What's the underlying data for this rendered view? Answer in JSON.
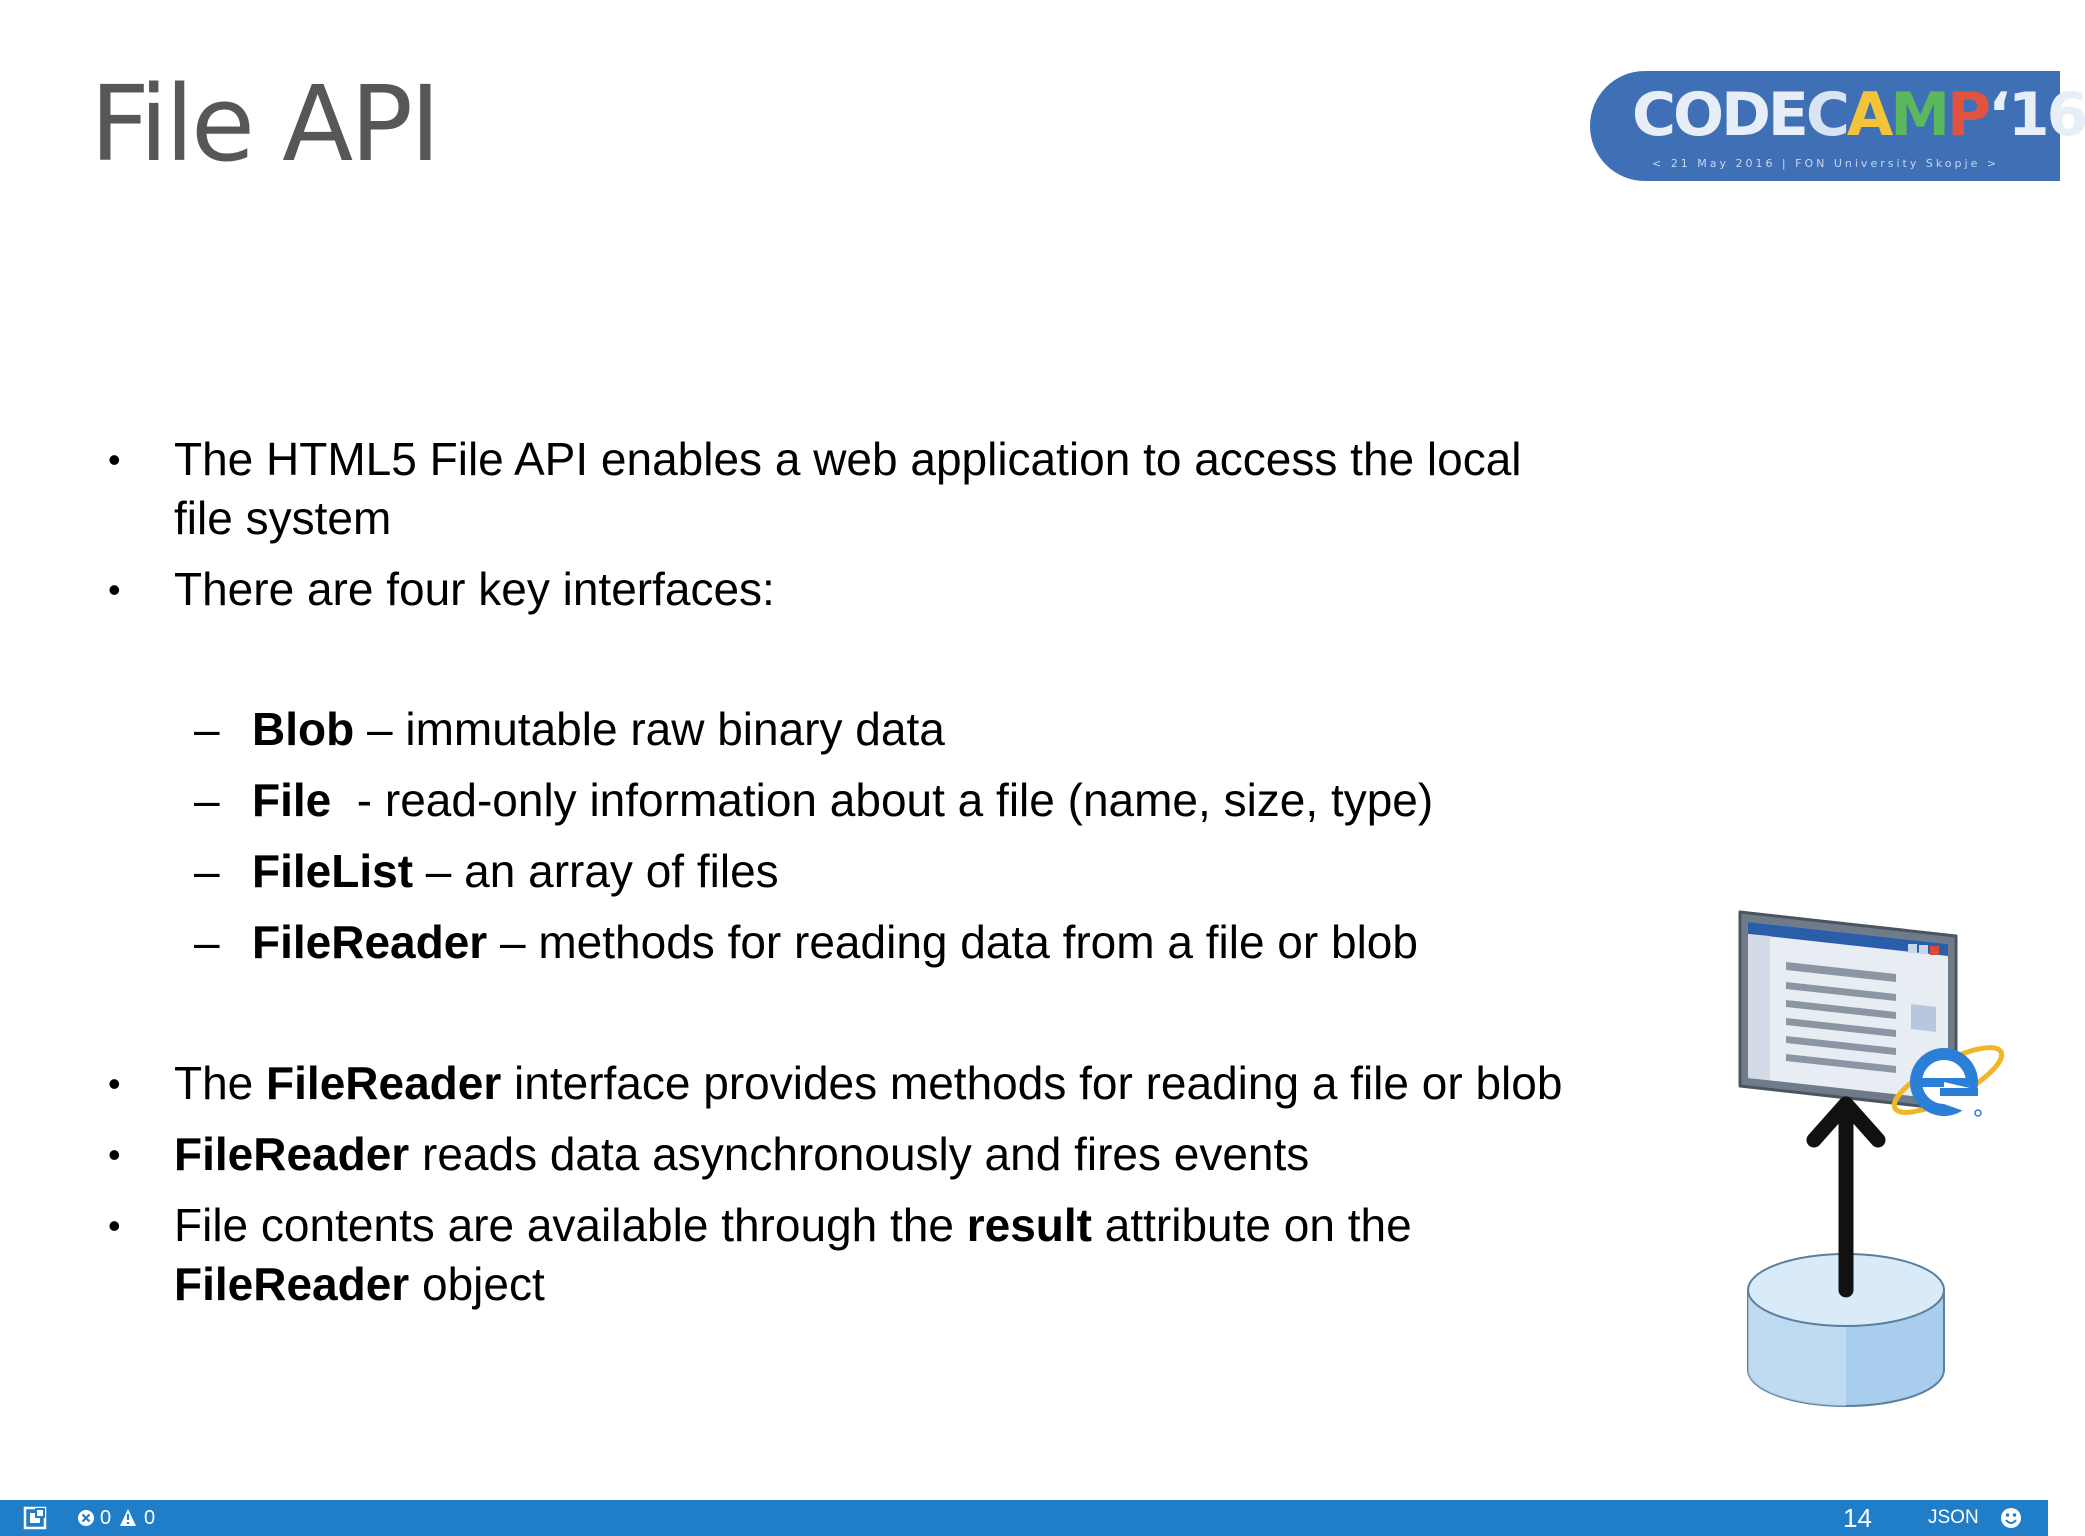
{
  "slide": {
    "title": "File API",
    "logo": {
      "main_letters": [
        "C",
        "O",
        "D",
        "E",
        "C",
        "A",
        "M",
        "P",
        "‘16"
      ],
      "main_colors": [
        "#e8eef7",
        "#e8eef7",
        "#e8eef7",
        "#e8eef7",
        "#d9e4f3",
        "#f3c33a",
        "#5bb85d",
        "#e0533f",
        "#e8eef7"
      ],
      "subtitle": "< 21 May 2016 | FON University Skopje >"
    },
    "bullets": [
      {
        "level": 1,
        "marker": "•",
        "lines": [
          [
            {
              "t": "The HTML5 File API enables a web application to access the local",
              "b": false
            }
          ],
          [
            {
              "t": "file system",
              "b": false
            }
          ]
        ]
      },
      {
        "level": 1,
        "marker": "•",
        "lines": [
          [
            {
              "t": "There are four key interfaces:",
              "b": false
            }
          ]
        ]
      },
      {
        "level": 2,
        "marker": "–",
        "lines": [
          [
            {
              "t": "Blob",
              "b": true
            },
            {
              "t": " – immutable raw binary data",
              "b": false
            }
          ]
        ]
      },
      {
        "level": 2,
        "marker": "–",
        "lines": [
          [
            {
              "t": "File",
              "b": true
            },
            {
              "t": "  - read-only information about a file (name, size, type)",
              "b": false
            }
          ]
        ]
      },
      {
        "level": 2,
        "marker": "–",
        "lines": [
          [
            {
              "t": "FileList",
              "b": true
            },
            {
              "t": " – an array of files",
              "b": false
            }
          ]
        ]
      },
      {
        "level": 2,
        "marker": "–",
        "lines": [
          [
            {
              "t": "FileReader",
              "b": true
            },
            {
              "t": " – methods for reading data from a file or blob",
              "b": false
            }
          ]
        ]
      },
      {
        "level": 1,
        "marker": "•",
        "lines": [
          [
            {
              "t": "The ",
              "b": false
            },
            {
              "t": "FileReader",
              "b": true
            },
            {
              "t": " interface provides methods for reading a file or blob",
              "b": false
            }
          ]
        ]
      },
      {
        "level": 1,
        "marker": "•",
        "lines": [
          [
            {
              "t": "FileReader",
              "b": true
            },
            {
              "t": " reads data asynchronously and fires events",
              "b": false
            }
          ]
        ]
      },
      {
        "level": 1,
        "marker": "•",
        "lines": [
          [
            {
              "t": "File contents are available through the ",
              "b": false
            },
            {
              "t": "result",
              "b": true
            },
            {
              "t": " attribute on the",
              "b": false
            }
          ],
          [
            {
              "t": "FileReader",
              "b": true
            },
            {
              "t": " object",
              "b": false
            }
          ]
        ]
      }
    ],
    "illustration": {
      "icons": [
        "browser-window-icon",
        "internet-explorer-icon",
        "up-arrow-icon",
        "database-icon"
      ],
      "colors": {
        "cylinder": "#b9d8f2",
        "window_frame": "#7f8a96",
        "window_bar": "#2a5ea8",
        "ie_blue": "#2c7fd6",
        "arrow": "#111111"
      }
    }
  },
  "status_bar": {
    "background": "#1f7ec7",
    "errors": "0",
    "warnings": "0",
    "line": "14",
    "language": "JSON",
    "icons": [
      "remote-icon",
      "error-icon",
      "warning-icon",
      "smiley-icon"
    ]
  }
}
